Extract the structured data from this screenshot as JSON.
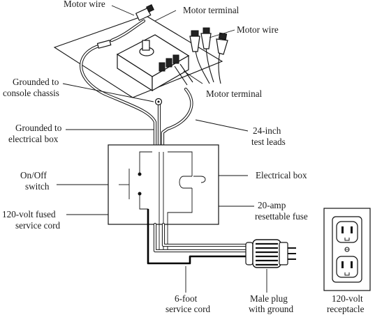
{
  "labels": {
    "motor_wire_top": "Motor wire",
    "motor_terminal_top": "Motor terminal",
    "motor_wire_right": "Motor wire",
    "grounded_console_1": "Grounded to",
    "grounded_console_2": "console chassis",
    "motor_terminal_mid": "Motor terminal",
    "grounded_box_1": "Grounded to",
    "grounded_box_2": "electrical box",
    "test_leads_1": "24-inch",
    "test_leads_2": "test leads",
    "switch_1": "On/Off",
    "switch_2": "switch",
    "electrical_box": "Electrical box",
    "fused_cord_1": "120-volt fused",
    "fused_cord_2": "service cord",
    "fuse_1": "20-amp",
    "fuse_2": "resettable fuse",
    "service_cord_1": "6-foot",
    "service_cord_2": "service cord",
    "plug_1": "Male plug",
    "plug_2": "with ground",
    "receptacle_1": "120-volt",
    "receptacle_2": "receptacle"
  }
}
